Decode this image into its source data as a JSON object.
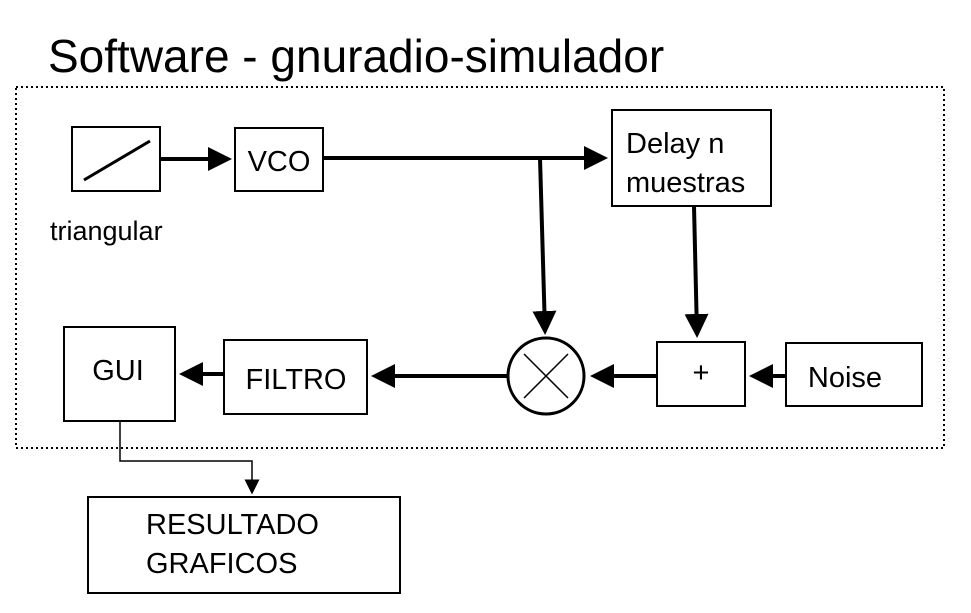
{
  "title": "Software - gnuradio-simulador",
  "blocks": {
    "triangular": "triangular",
    "vco": "VCO",
    "delay": [
      "Delay n",
      "muestras"
    ],
    "adder": "+",
    "noise": "Noise",
    "filtro": "FILTRO",
    "gui": "GUI",
    "resultado": [
      "RESULTADO",
      "GRAFICOS"
    ]
  },
  "colors": {
    "stroke": "#000000",
    "background": "#ffffff"
  }
}
